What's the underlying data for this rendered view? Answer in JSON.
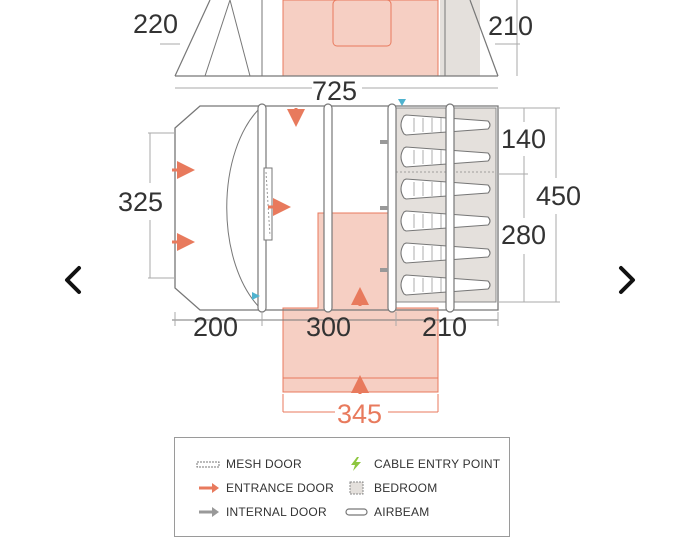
{
  "dimensions": {
    "top_left": "220",
    "top_right": "210",
    "overall_length": "725",
    "main_width": "325",
    "bedroom_top": "140",
    "bedroom_width": "450",
    "bedroom_bottom": "280",
    "porch_length": "200",
    "living_length": "300",
    "bedroom_length": "210",
    "extension_width": "345"
  },
  "legend": {
    "mesh_door": "MESH DOOR",
    "entrance_door": "ENTRANCE DOOR",
    "internal_door": "INTERNAL DOOR",
    "cable_entry": "CABLE ENTRY POINT",
    "bedroom": "BEDROOM",
    "airbeam": "AIRBEAM"
  },
  "colors": {
    "outline": "#777777",
    "accent": "#e87a5d",
    "extension_fill": "#f6cfc3",
    "bedroom_fill": "#e4e0dc",
    "cable_entry": "#8dc63f",
    "mesh": "#4fb3cf"
  },
  "icons": {
    "prev": "chevron-left-icon",
    "next": "chevron-right-icon"
  }
}
